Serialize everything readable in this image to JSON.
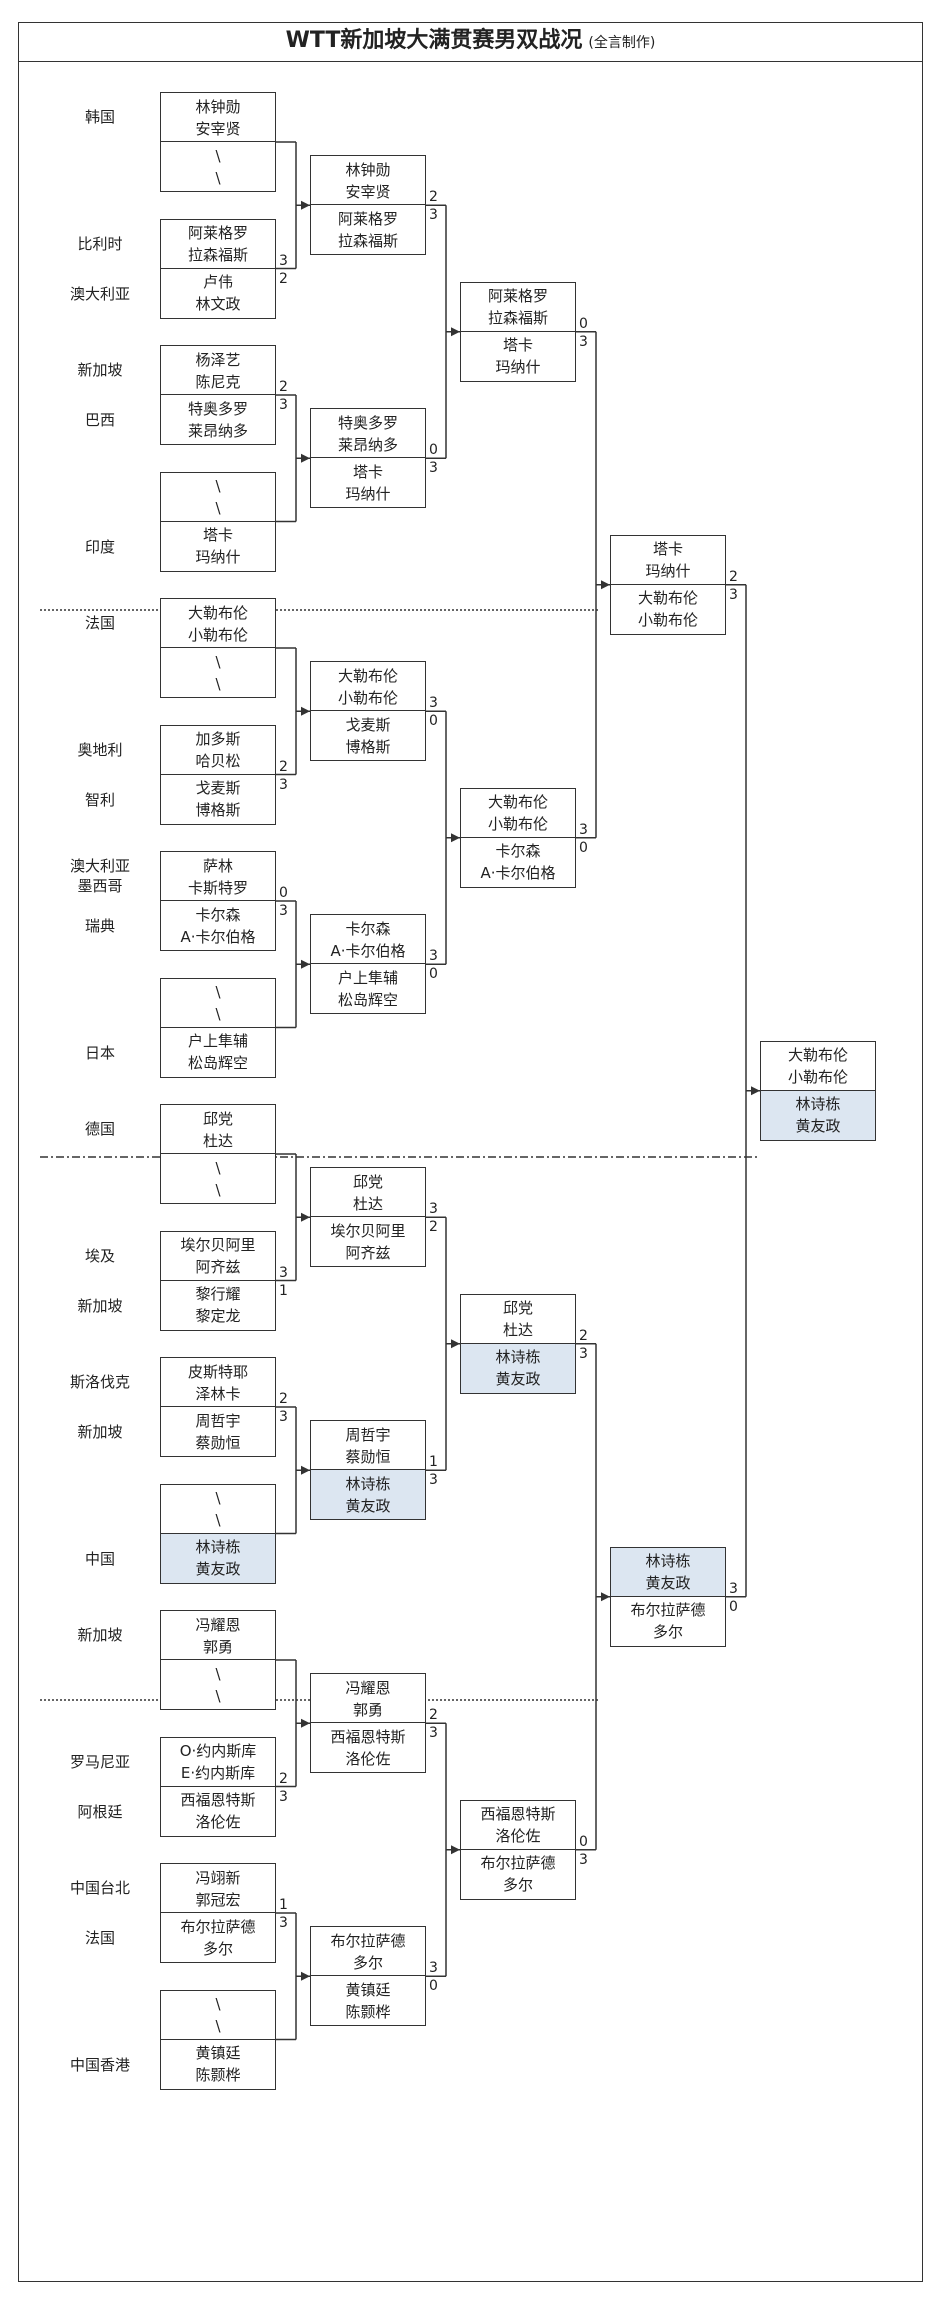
{
  "title": {
    "main": "WTT新加坡大满贯赛男双战况",
    "note": "(全言制作)"
  },
  "colors": {
    "highlight": "#dce6f1",
    "line": "#333333"
  },
  "r1_countries": [
    [
      "韩国",
      ""
    ],
    [
      "比利时",
      "澳大利亚"
    ],
    [
      "新加坡",
      "巴西"
    ],
    [
      "",
      "印度"
    ],
    [
      "法国",
      ""
    ],
    [
      "奥地利",
      "智利"
    ],
    [
      "澳大利亚\n墨西哥",
      "瑞典"
    ],
    [
      "",
      "日本"
    ],
    [
      "德国",
      ""
    ],
    [
      "埃及",
      "新加坡"
    ],
    [
      "斯洛伐克",
      "新加坡"
    ],
    [
      "",
      "中国"
    ],
    [
      "新加坡",
      ""
    ],
    [
      "罗马尼亚",
      "阿根廷"
    ],
    [
      "中国台北",
      "法国"
    ],
    [
      "",
      "中国香港"
    ]
  ],
  "rounds": [
    [
      {
        "top": [
          "林钟勋",
          "安宰贤"
        ],
        "bottom": [
          "\\",
          "\\"
        ],
        "top_score": "",
        "bottom_score": ""
      },
      {
        "top": [
          "阿莱格罗",
          "拉森福斯"
        ],
        "bottom": [
          "卢伟",
          "林文政"
        ],
        "top_score": "3",
        "bottom_score": "2"
      },
      {
        "top": [
          "杨泽艺",
          "陈尼克"
        ],
        "bottom": [
          "特奥多罗",
          "莱昂纳多"
        ],
        "top_score": "2",
        "bottom_score": "3"
      },
      {
        "top": [
          "\\",
          "\\"
        ],
        "bottom": [
          "塔卡",
          "玛纳什"
        ],
        "top_score": "",
        "bottom_score": ""
      },
      {
        "top": [
          "大勒布伦",
          "小勒布伦"
        ],
        "bottom": [
          "\\",
          "\\"
        ],
        "top_score": "",
        "bottom_score": ""
      },
      {
        "top": [
          "加多斯",
          "哈贝松"
        ],
        "bottom": [
          "戈麦斯",
          "博格斯"
        ],
        "top_score": "2",
        "bottom_score": "3"
      },
      {
        "top": [
          "萨林",
          "卡斯特罗"
        ],
        "bottom": [
          "卡尔森",
          "A·卡尔伯格"
        ],
        "top_score": "0",
        "bottom_score": "3"
      },
      {
        "top": [
          "\\",
          "\\"
        ],
        "bottom": [
          "户上隼辅",
          "松岛辉空"
        ],
        "top_score": "",
        "bottom_score": ""
      },
      {
        "top": [
          "邱党",
          "杜达"
        ],
        "bottom": [
          "\\",
          "\\"
        ],
        "top_score": "",
        "bottom_score": ""
      },
      {
        "top": [
          "埃尔贝阿里",
          "阿齐兹"
        ],
        "bottom": [
          "黎行耀",
          "黎定龙"
        ],
        "top_score": "3",
        "bottom_score": "1"
      },
      {
        "top": [
          "皮斯特耶",
          "泽林卡"
        ],
        "bottom": [
          "周哲宇",
          "蔡勋恒"
        ],
        "top_score": "2",
        "bottom_score": "3"
      },
      {
        "top": [
          "\\",
          "\\"
        ],
        "bottom": [
          "林诗栋",
          "黄友政"
        ],
        "top_score": "",
        "bottom_score": "",
        "bottom_hl": true
      },
      {
        "top": [
          "冯耀恩",
          "郭勇"
        ],
        "bottom": [
          "\\",
          "\\"
        ],
        "top_score": "",
        "bottom_score": ""
      },
      {
        "top": [
          "O·约内斯库",
          "E·约内斯库"
        ],
        "bottom": [
          "西福恩特斯",
          "洛伦佐"
        ],
        "top_score": "2",
        "bottom_score": "3"
      },
      {
        "top": [
          "冯翊新",
          "郭冠宏"
        ],
        "bottom": [
          "布尔拉萨德",
          "多尔"
        ],
        "top_score": "1",
        "bottom_score": "3"
      },
      {
        "top": [
          "\\",
          "\\"
        ],
        "bottom": [
          "黄镇廷",
          "陈颢桦"
        ],
        "top_score": "",
        "bottom_score": ""
      }
    ],
    [
      {
        "top": [
          "林钟勋",
          "安宰贤"
        ],
        "bottom": [
          "阿莱格罗",
          "拉森福斯"
        ],
        "top_score": "2",
        "bottom_score": "3"
      },
      {
        "top": [
          "特奥多罗",
          "莱昂纳多"
        ],
        "bottom": [
          "塔卡",
          "玛纳什"
        ],
        "top_score": "0",
        "bottom_score": "3"
      },
      {
        "top": [
          "大勒布伦",
          "小勒布伦"
        ],
        "bottom": [
          "戈麦斯",
          "博格斯"
        ],
        "top_score": "3",
        "bottom_score": "0"
      },
      {
        "top": [
          "卡尔森",
          "A·卡尔伯格"
        ],
        "bottom": [
          "户上隼辅",
          "松岛辉空"
        ],
        "top_score": "3",
        "bottom_score": "0"
      },
      {
        "top": [
          "邱党",
          "杜达"
        ],
        "bottom": [
          "埃尔贝阿里",
          "阿齐兹"
        ],
        "top_score": "3",
        "bottom_score": "2"
      },
      {
        "top": [
          "周哲宇",
          "蔡勋恒"
        ],
        "bottom": [
          "林诗栋",
          "黄友政"
        ],
        "top_score": "1",
        "bottom_score": "3",
        "bottom_hl": true
      },
      {
        "top": [
          "冯耀恩",
          "郭勇"
        ],
        "bottom": [
          "西福恩特斯",
          "洛伦佐"
        ],
        "top_score": "2",
        "bottom_score": "3"
      },
      {
        "top": [
          "布尔拉萨德",
          "多尔"
        ],
        "bottom": [
          "黄镇廷",
          "陈颢桦"
        ],
        "top_score": "3",
        "bottom_score": "0"
      }
    ],
    [
      {
        "top": [
          "阿莱格罗",
          "拉森福斯"
        ],
        "bottom": [
          "塔卡",
          "玛纳什"
        ],
        "top_score": "0",
        "bottom_score": "3"
      },
      {
        "top": [
          "大勒布伦",
          "小勒布伦"
        ],
        "bottom": [
          "卡尔森",
          "A·卡尔伯格"
        ],
        "top_score": "3",
        "bottom_score": "0"
      },
      {
        "top": [
          "邱党",
          "杜达"
        ],
        "bottom": [
          "林诗栋",
          "黄友政"
        ],
        "top_score": "2",
        "bottom_score": "3",
        "bottom_hl": true
      },
      {
        "top": [
          "西福恩特斯",
          "洛伦佐"
        ],
        "bottom": [
          "布尔拉萨德",
          "多尔"
        ],
        "top_score": "0",
        "bottom_score": "3"
      }
    ],
    [
      {
        "top": [
          "塔卡",
          "玛纳什"
        ],
        "bottom": [
          "大勒布伦",
          "小勒布伦"
        ],
        "top_score": "2",
        "bottom_score": "3"
      },
      {
        "top": [
          "林诗栋",
          "黄友政"
        ],
        "bottom": [
          "布尔拉萨德",
          "多尔"
        ],
        "top_score": "3",
        "bottom_score": "0",
        "top_hl": true
      }
    ],
    [
      {
        "top": [
          "大勒布伦",
          "小勒布伦"
        ],
        "bottom": [
          "林诗栋",
          "黄友政"
        ],
        "top_score": "",
        "bottom_score": "",
        "bottom_hl": true
      }
    ]
  ]
}
